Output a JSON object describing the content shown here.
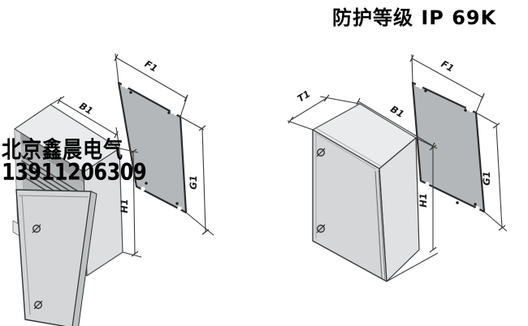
{
  "title": "防护等级 IP 69K",
  "watermark": {
    "company": "北京鑫晨电气",
    "phone": "13911206309"
  },
  "diagram_left": {
    "dim_width": "B1",
    "dim_height": "H1",
    "dim_plate_width": "F1",
    "dim_plate_height": "G1"
  },
  "diagram_right": {
    "dim_depth": "T1",
    "dim_width": "B1",
    "dim_height": "H1",
    "dim_plate_width": "F1",
    "dim_plate_height": "G1"
  },
  "colors": {
    "background": "#ffffff",
    "outline": "#3a3a3a",
    "box_top": "#e9ebec",
    "box_front": "#d4d6d7",
    "box_side": "#dfe1e2",
    "plate": "#b4b7b9",
    "interior": "#b3b6b7",
    "text": "#000000"
  }
}
